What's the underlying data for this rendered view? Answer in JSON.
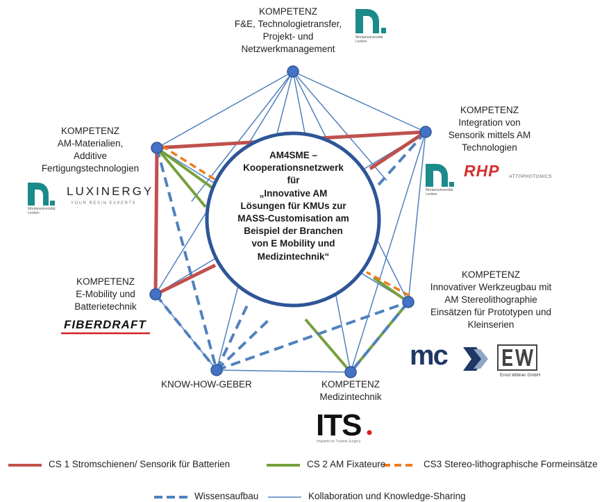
{
  "center": {
    "lines": [
      "AM4SME –",
      "Kooperationsnetzwerk",
      "für",
      "„Innovative AM",
      "Lösungen für KMUs zur",
      "MASS-Customisation am",
      "Beispiel der Branchen",
      "von E Mobility und",
      "Medizintechnik“"
    ]
  },
  "nodes": {
    "top": [
      "KOMPETENZ",
      "F&E, Technologietransfer,",
      "Projekt- und",
      "Netzwerkmanagement"
    ],
    "upper_left": [
      "KOMPETENZ",
      "AM-Materialien,",
      "Additive",
      "Fertigungstechnologien"
    ],
    "upper_right": [
      "KOMPETENZ",
      "Integration von",
      "Sensorik mittels AM",
      "Technologien"
    ],
    "left": [
      "KOMPETENZ",
      "E-Mobility und",
      "Batterietechnik"
    ],
    "right": [
      "KOMPETENZ",
      "Innovativer Werkzeugbau mit",
      "AM Stereolithographie",
      "Einsätzen für  Prototypen und",
      "Kleinserien"
    ],
    "bottom_left": [
      "KNOW-HOW-GEBER"
    ],
    "bottom_right": [
      "KOMPETENZ",
      "Medizintechnik"
    ]
  },
  "logos": {
    "montanuni_caption": [
      "Montanuniversität",
      "Leoben"
    ],
    "luxinergy": "LUXINERGY",
    "luxinergy_sub": "YOUR RESIN EXPERTS",
    "rhp": "RHP",
    "rhp_sub": "ATTOPHOTONICS",
    "fiberdraft": "FIBERDRAFT",
    "its": "ITS",
    "its_sub": "Implants for Trauma Surgery",
    "mc": "mc",
    "ew": "EW",
    "ew_sub": "Ernst Wittner GmbH"
  },
  "legend": {
    "cs1": "CS 1 Stromschienen/  Sensorik für Batterien",
    "cs2": "CS 2 AM Fixateure",
    "cs3": "CS3 Stereo-lithographische Formeinsätze",
    "wissen": "Wissensaufbau",
    "kollab": "Kollaboration und Knowledge-Sharing"
  },
  "colors": {
    "cs1": "#c0504d",
    "cs2": "#77a03b",
    "cs3": "#ee7d1e",
    "wissen": "#4f81bd",
    "kollab": "#4f81bd",
    "node": "#4472c4",
    "circle_border": "#2e5597",
    "montan_teal": "#1a8a8a",
    "mc_navy": "#1f3864"
  }
}
